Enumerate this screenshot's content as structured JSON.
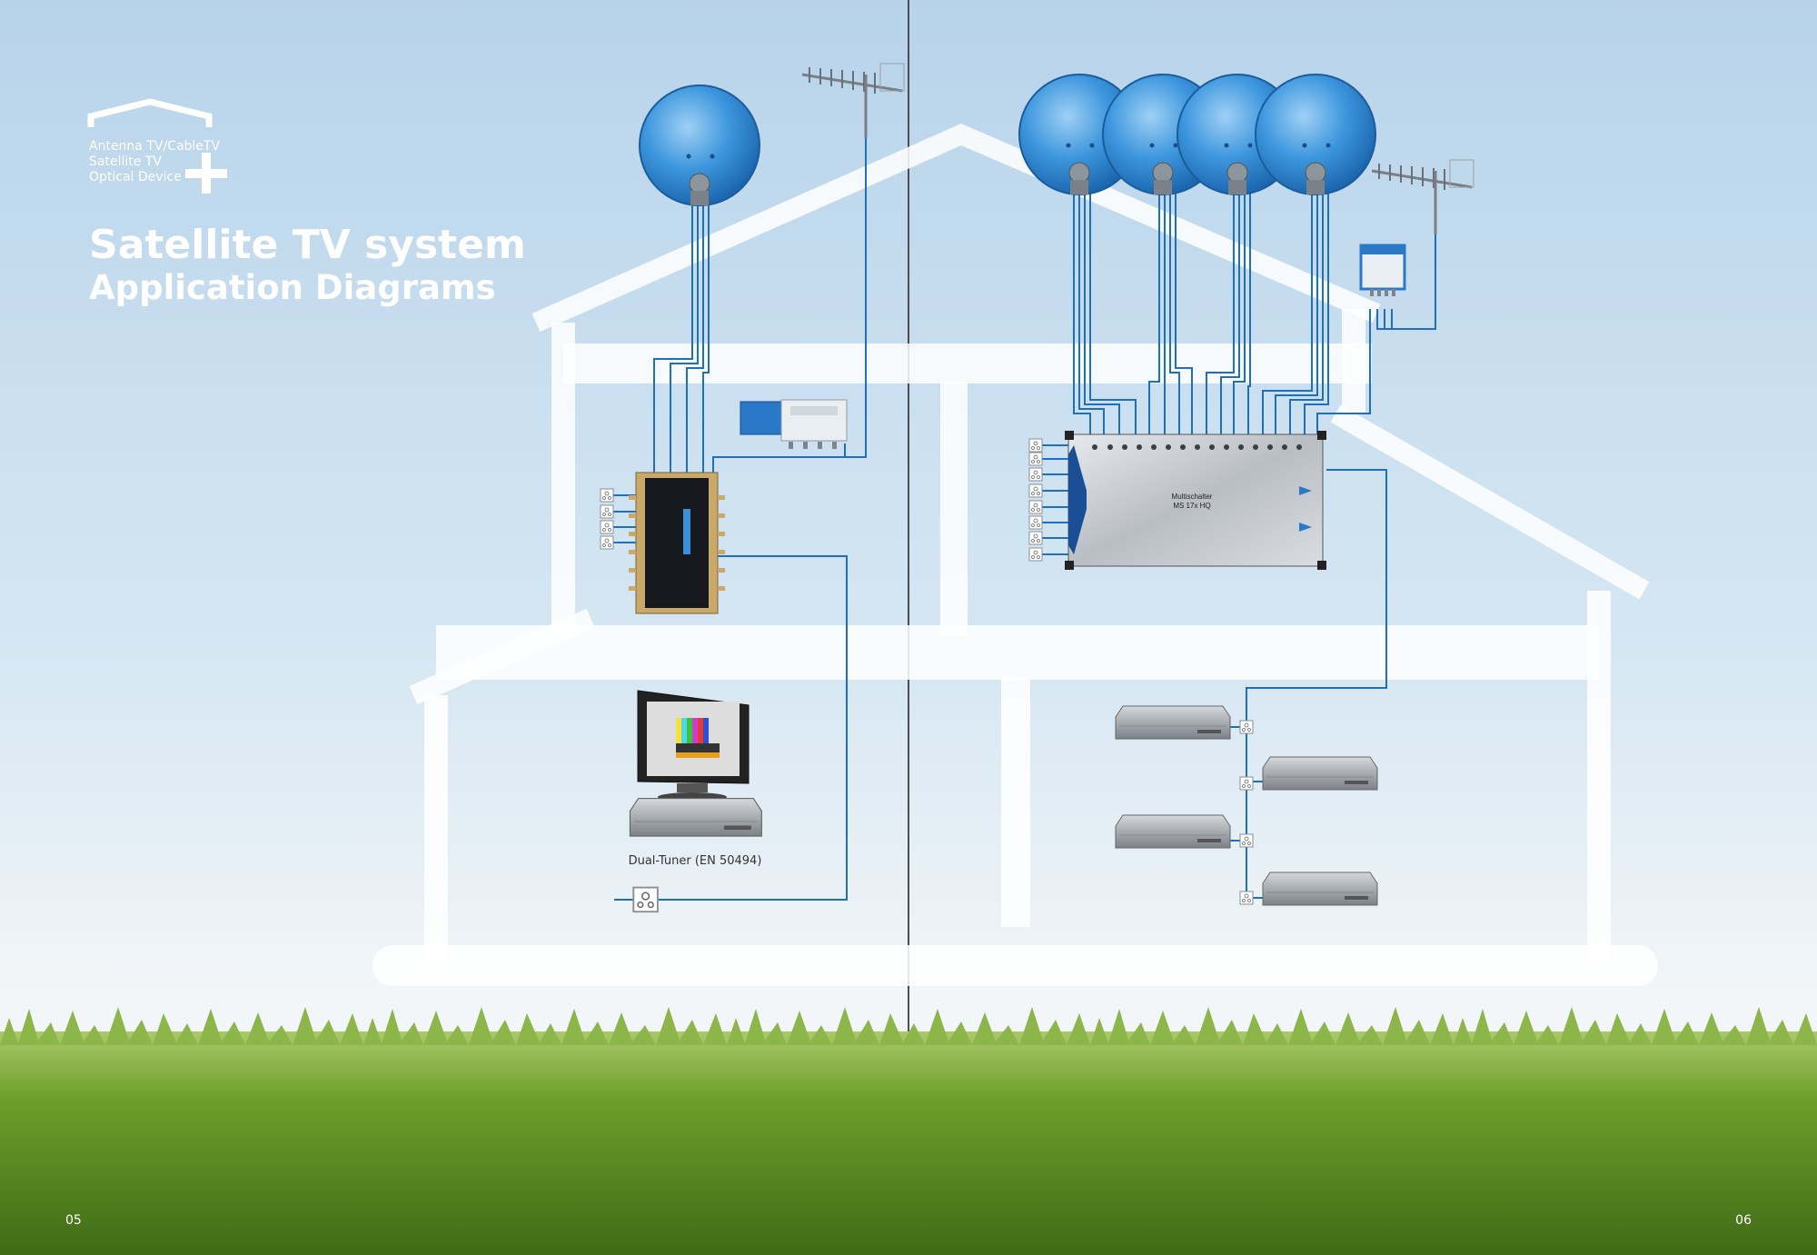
{
  "logo": {
    "lines": [
      "Antenna TV/CableTV",
      "Satellite TV",
      "Optical Device"
    ]
  },
  "header": {
    "title": "Satellite TV system",
    "subtitle": "Application Diagrams"
  },
  "left_diagram": {
    "caption": "Dual-Tuner (EN 50494)"
  },
  "right_diagram": {
    "multiswitch_label_line1": "Multischalter",
    "multiswitch_label_line2": "MS 17x HQ"
  },
  "pages": {
    "left": "05",
    "right": "06"
  },
  "colors": {
    "sky_top": "#b9d4ea",
    "sky_bottom": "#f2f5f7",
    "house_outline": "#ffffff",
    "cable": "#1f6fbf",
    "dish": "#2a86d6",
    "grass": "#6d9a2a"
  },
  "icons": [
    "house-icon",
    "plus-icon",
    "satellite-dish-icon",
    "terrestrial-antenna-icon",
    "amplifier-icon",
    "multiswitch-icon",
    "tv-icon",
    "receiver-icon",
    "wall-socket-icon"
  ]
}
